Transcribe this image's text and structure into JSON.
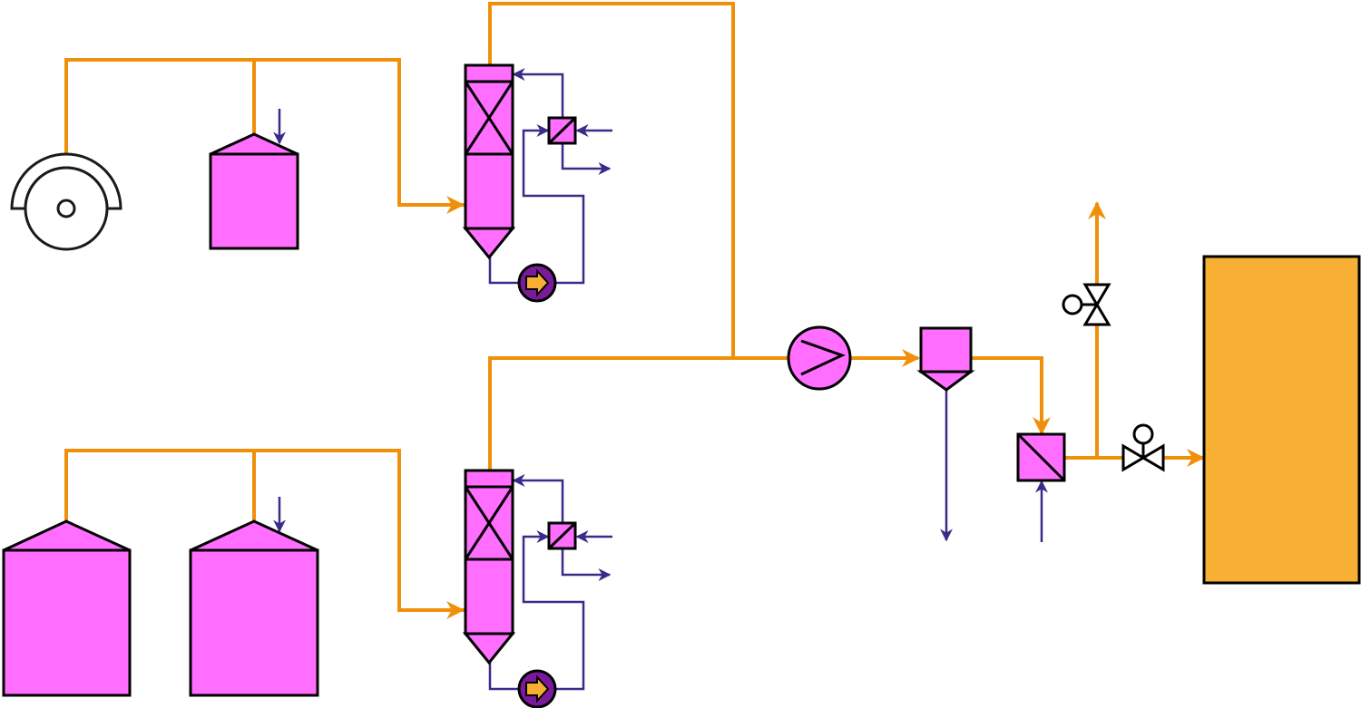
{
  "colors": {
    "process_line": "#f0900a",
    "utility_line": "#3a2a8a",
    "vessel_fill": "#ff6eff",
    "storage_fill": "#f7b033",
    "pump_fill": "#7a1a9a",
    "pump_arrow": "#f7b033",
    "outline": "#000000"
  },
  "equipment": [
    {
      "id": "blower-1",
      "icon": "centrifugal-blower-icon"
    },
    {
      "id": "tank-1",
      "icon": "dome-tank-icon"
    },
    {
      "id": "tank-2",
      "icon": "dome-tank-icon"
    },
    {
      "id": "tank-3",
      "icon": "dome-tank-icon"
    },
    {
      "id": "absorber-1",
      "icon": "packed-column-icon"
    },
    {
      "id": "absorber-2",
      "icon": "packed-column-icon"
    },
    {
      "id": "exchanger-1",
      "icon": "heat-exchanger-icon"
    },
    {
      "id": "exchanger-2",
      "icon": "heat-exchanger-icon"
    },
    {
      "id": "pump-1",
      "icon": "pump-icon"
    },
    {
      "id": "pump-2",
      "icon": "pump-icon"
    },
    {
      "id": "compressor-1",
      "icon": "compressor-icon"
    },
    {
      "id": "separator-1",
      "icon": "separator-vessel-icon"
    },
    {
      "id": "filter-1",
      "icon": "filter-icon"
    },
    {
      "id": "valve-1",
      "icon": "gate-valve-icon"
    },
    {
      "id": "valve-2",
      "icon": "gate-valve-icon"
    },
    {
      "id": "storage-1",
      "icon": "storage-vessel-icon"
    }
  ]
}
